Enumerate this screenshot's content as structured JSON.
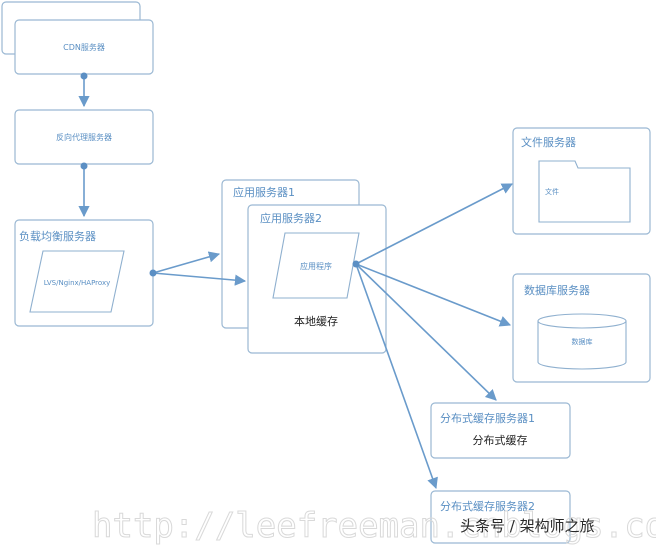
{
  "nodes": {
    "cdn": {
      "label": "CDN服务器"
    },
    "reverse_proxy": {
      "label": "反向代理服务器"
    },
    "load_balancer": {
      "label": "负载均衡服务器",
      "inner": "LVS/Nginx/HAProxy"
    },
    "app_server_1": {
      "label": "应用服务器1"
    },
    "app_server_2": {
      "label": "应用服务器2",
      "inner": "应用程序",
      "cache": "本地缓存"
    },
    "file_server": {
      "label": "文件服务器",
      "inner": "文件"
    },
    "db_server": {
      "label": "数据库服务器",
      "inner": "数据库"
    },
    "dist_cache_1": {
      "label": "分布式缓存服务器1",
      "inner": "分布式缓存"
    },
    "dist_cache_2": {
      "label": "分布式缓存服务器2"
    }
  },
  "watermark": "http://leefreeman.cnblogs.com",
  "caption": "头条号 / 架构师之旅",
  "colors": {
    "box_border": "#9bb8d3",
    "edge": "#6a9bcb",
    "label_blue": "#5a8fc3",
    "text_dark": "#1f1f1f"
  }
}
